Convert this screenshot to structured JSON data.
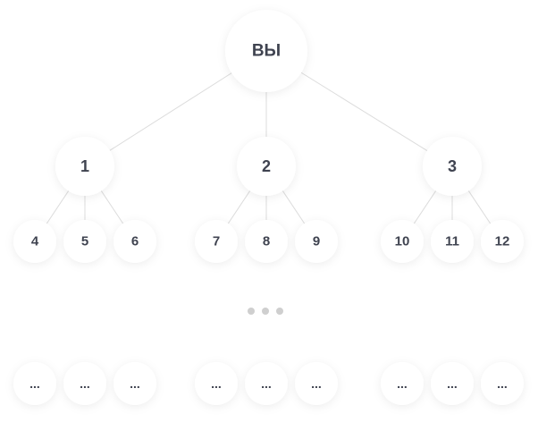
{
  "root": {
    "label": "ВЫ"
  },
  "level1": [
    {
      "label": "1",
      "children": [
        "4",
        "5",
        "6"
      ]
    },
    {
      "label": "2",
      "children": [
        "7",
        "8",
        "9"
      ]
    },
    {
      "label": "3",
      "children": [
        "10",
        "11",
        "12"
      ]
    }
  ],
  "continuation": {
    "dots": 3,
    "placeholder_label": "...",
    "groups": 3,
    "per_group": 3
  },
  "colors": {
    "node_fill": "#ffffff",
    "label_text": "#3f4350",
    "connector_line": "#dcdcdc",
    "dot": "#cfcfcf",
    "background": "#ffffff"
  }
}
